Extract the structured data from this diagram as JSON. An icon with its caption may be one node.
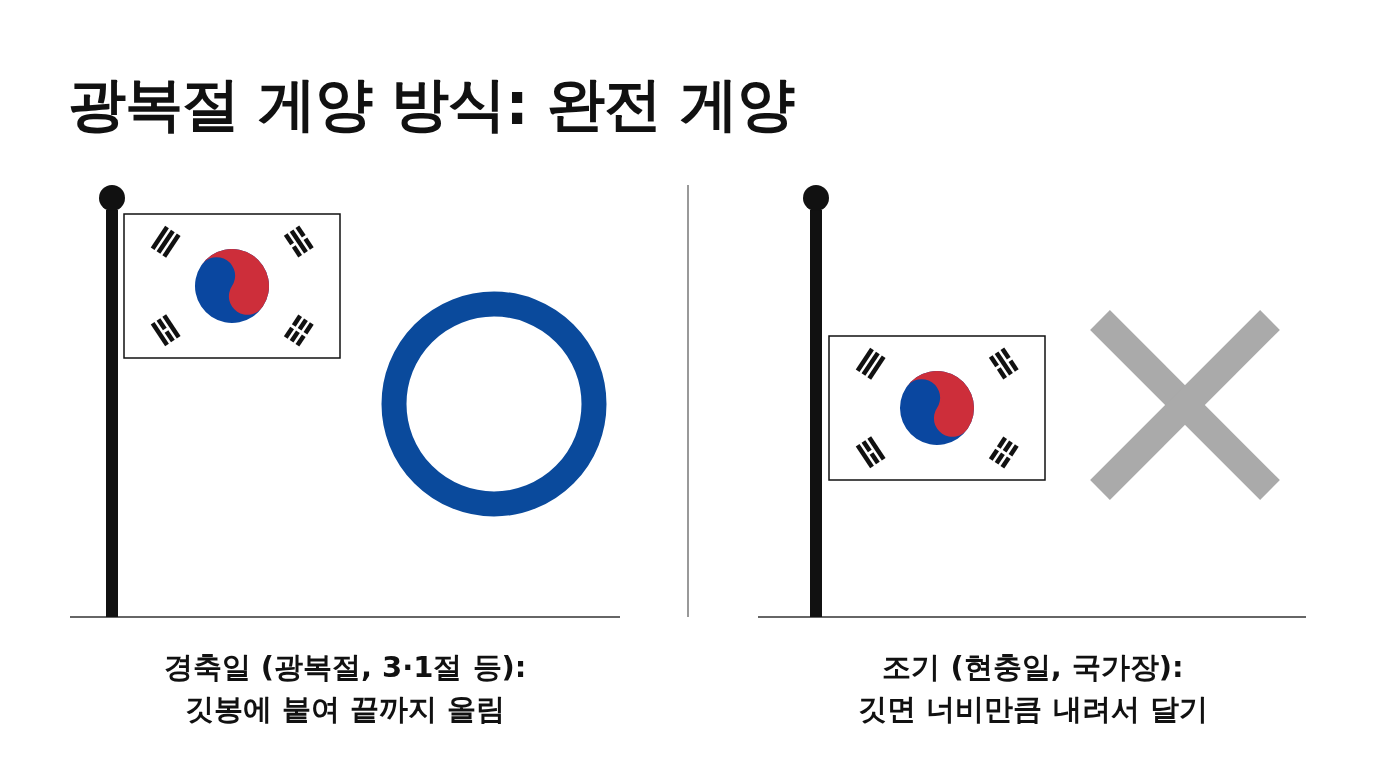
{
  "diagram": {
    "title": "광복절 게양 방식: 완전 게양",
    "labels": [
      "경축일 (광복절, 3·1절 등):",
      "깃봉에 붙여 끝까지 올림",
      "조기 (현충일, 국가장):",
      "깃면 너비만큼 내려서 달기"
    ]
  }
}
